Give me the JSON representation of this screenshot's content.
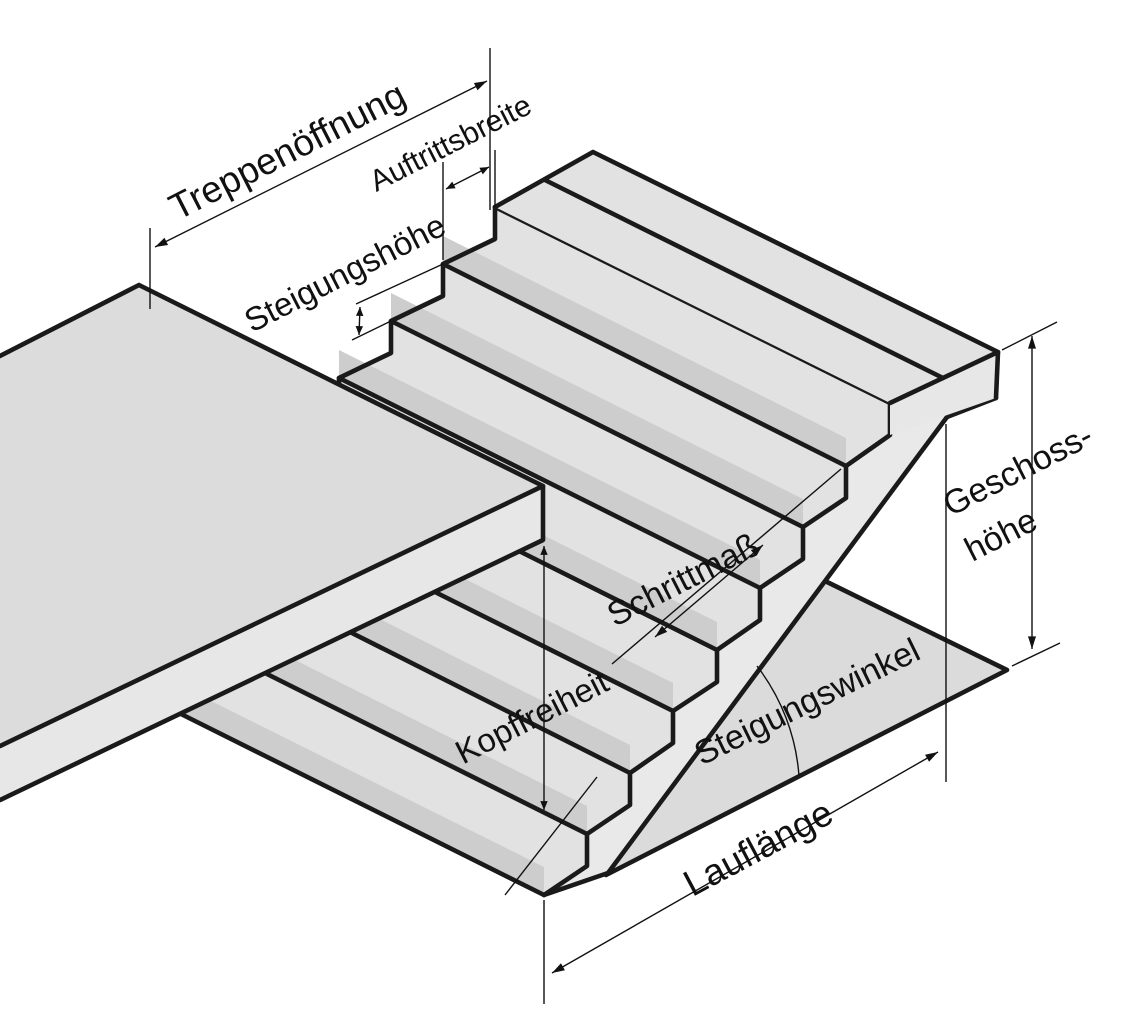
{
  "diagram": {
    "type": "isometric-stair-terminology-drawing",
    "labels": {
      "treppenoeffnung": "Treppenöffnung",
      "auftrittsbreite": "Auftrittsbreite",
      "steigungshoehe": "Steigungshöhe",
      "geschosshoehe_line1": "Geschoss-",
      "geschosshoehe_line2": "höhe",
      "schrittmass": "Schrittmaß",
      "kopffreiheit": "Kopffreiheit",
      "steigungswinkel": "Steigungswinkel",
      "lauflaenge": "Lauflänge"
    },
    "colors": {
      "outline": "#1a1a1a",
      "tread_surface": "#e2e2e2",
      "riser_face": "#cdcdcd",
      "stringer_face": "#e9e9e9",
      "floor_slab": "#dcdcdc",
      "slab_edge_face": "#e7e7e7",
      "background": "#ffffff"
    }
  }
}
